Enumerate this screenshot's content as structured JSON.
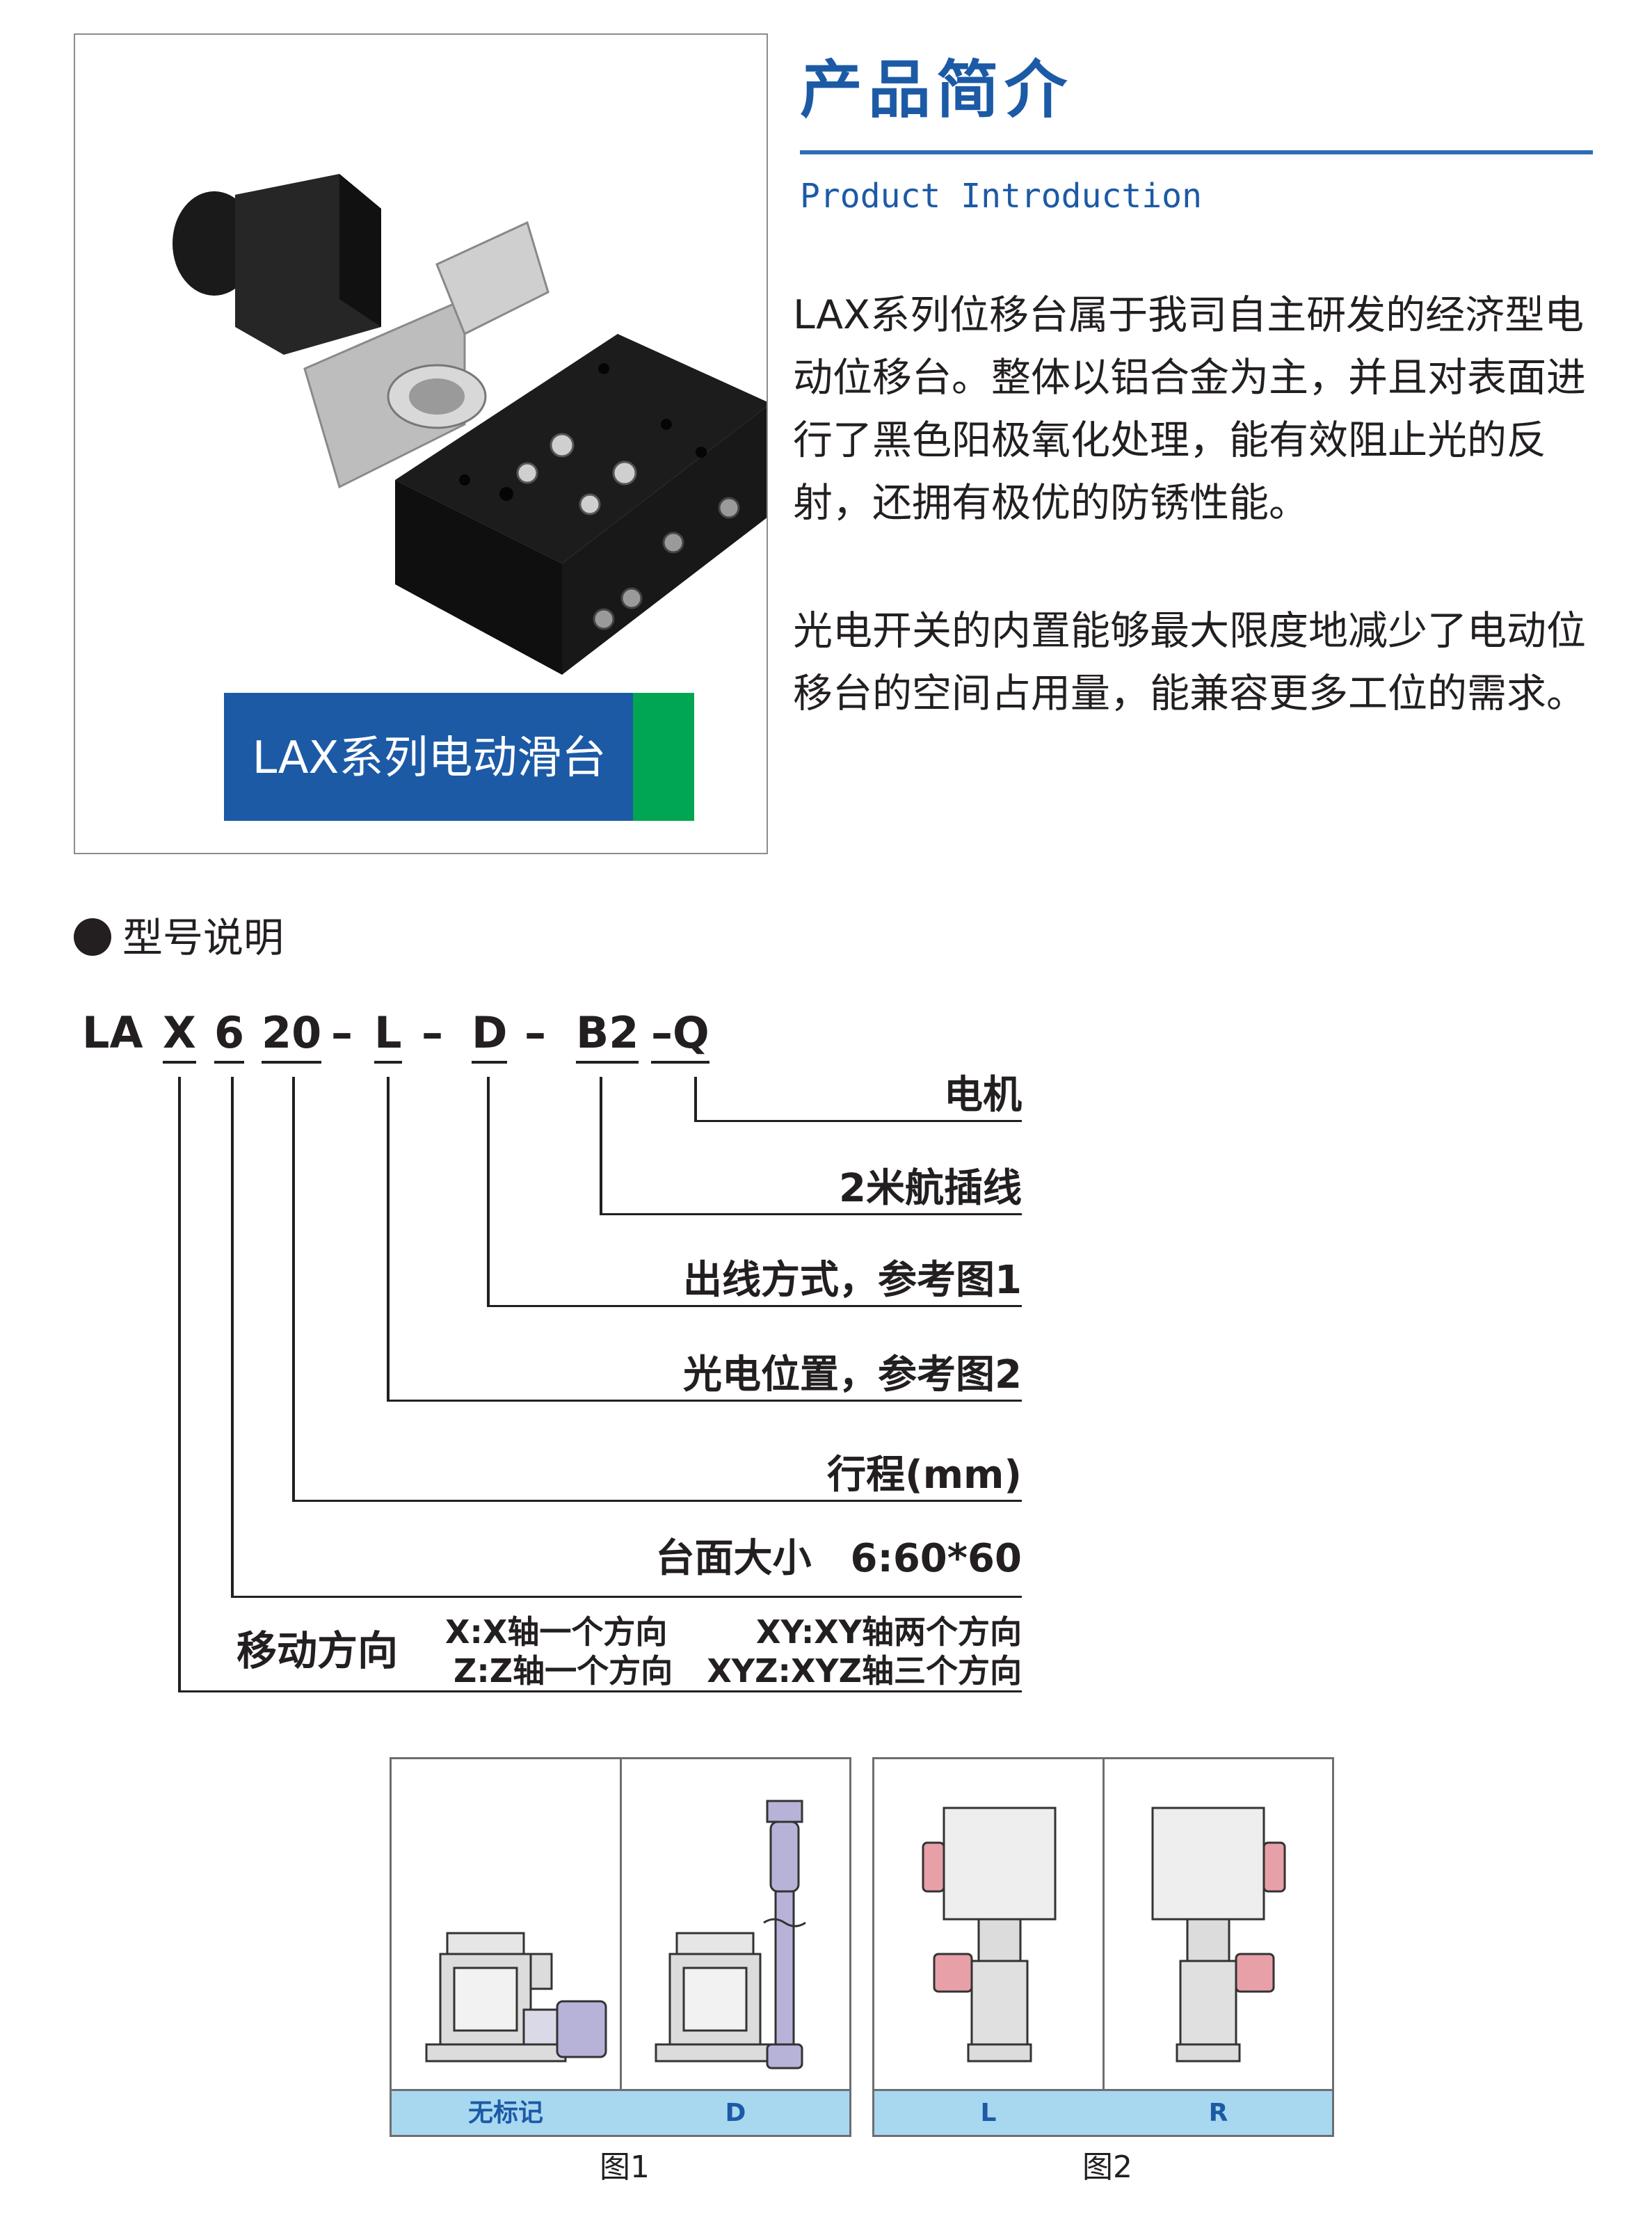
{
  "product": {
    "caption": "LAX系列电动滑台"
  },
  "intro": {
    "title": "产品简介",
    "subtitle": "Product Introduction",
    "paragraph1": "LAX系列位移台属于我司自主研发的经济型电动位移台。整体以铝合金为主，并且对表面进行了黑色阳极氧化处理，能有效阻止光的反射，还拥有极优的防锈性能。",
    "paragraph2": "光电开关的内置能够最大限度地减少了电动位移台的空间占用量，能兼容更多工位的需求。"
  },
  "model": {
    "heading": "型号说明",
    "code": [
      "LA",
      "X",
      "6",
      "20",
      "–",
      "L",
      "–",
      "D",
      "–",
      "B2",
      "–Q"
    ],
    "labels": {
      "motor": "电机",
      "cable": "2米航插线",
      "outlet": "出线方式，参考图1",
      "sensor": "光电位置，参考图2",
      "stroke": "行程(mm)",
      "table_size": "台面大小　6:60*60",
      "direction": "移动方向"
    },
    "directions": {
      "x": "X:X轴一个方向",
      "z": "Z:Z轴一个方向",
      "xy": "XY:XY轴两个方向",
      "xyz": "XYZ:XYZ轴三个方向"
    }
  },
  "figures": {
    "fig1": {
      "caption": "图1",
      "cells": [
        "无标记",
        "D"
      ]
    },
    "fig2": {
      "caption": "图2",
      "cells": [
        "L",
        "R"
      ]
    }
  },
  "colors": {
    "brand_blue": "#1c5aa6",
    "accent_green": "#00a651",
    "label_bar": "#a7d8f0",
    "sensor_pink": "#e8a0a8"
  }
}
